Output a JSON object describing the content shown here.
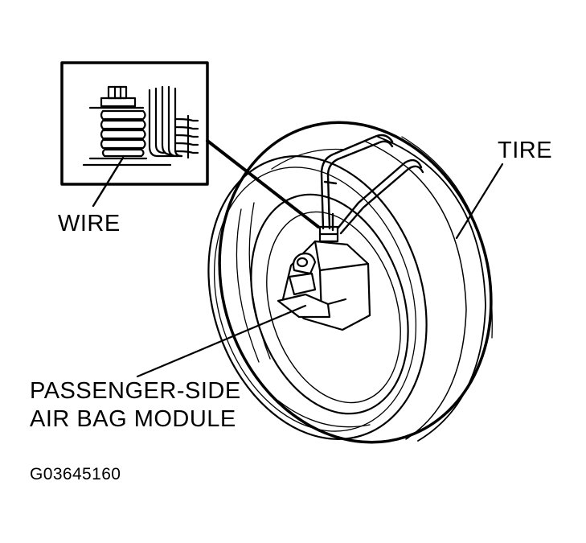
{
  "diagram": {
    "labels": {
      "wire": "WIRE",
      "tire": "TIRE",
      "module_line1": "PASSENGER-SIDE",
      "module_line2": "AIR BAG MODULE"
    },
    "figure_code": "G03645160"
  },
  "colors": {
    "ink": "#000000",
    "paper": "#ffffff"
  }
}
